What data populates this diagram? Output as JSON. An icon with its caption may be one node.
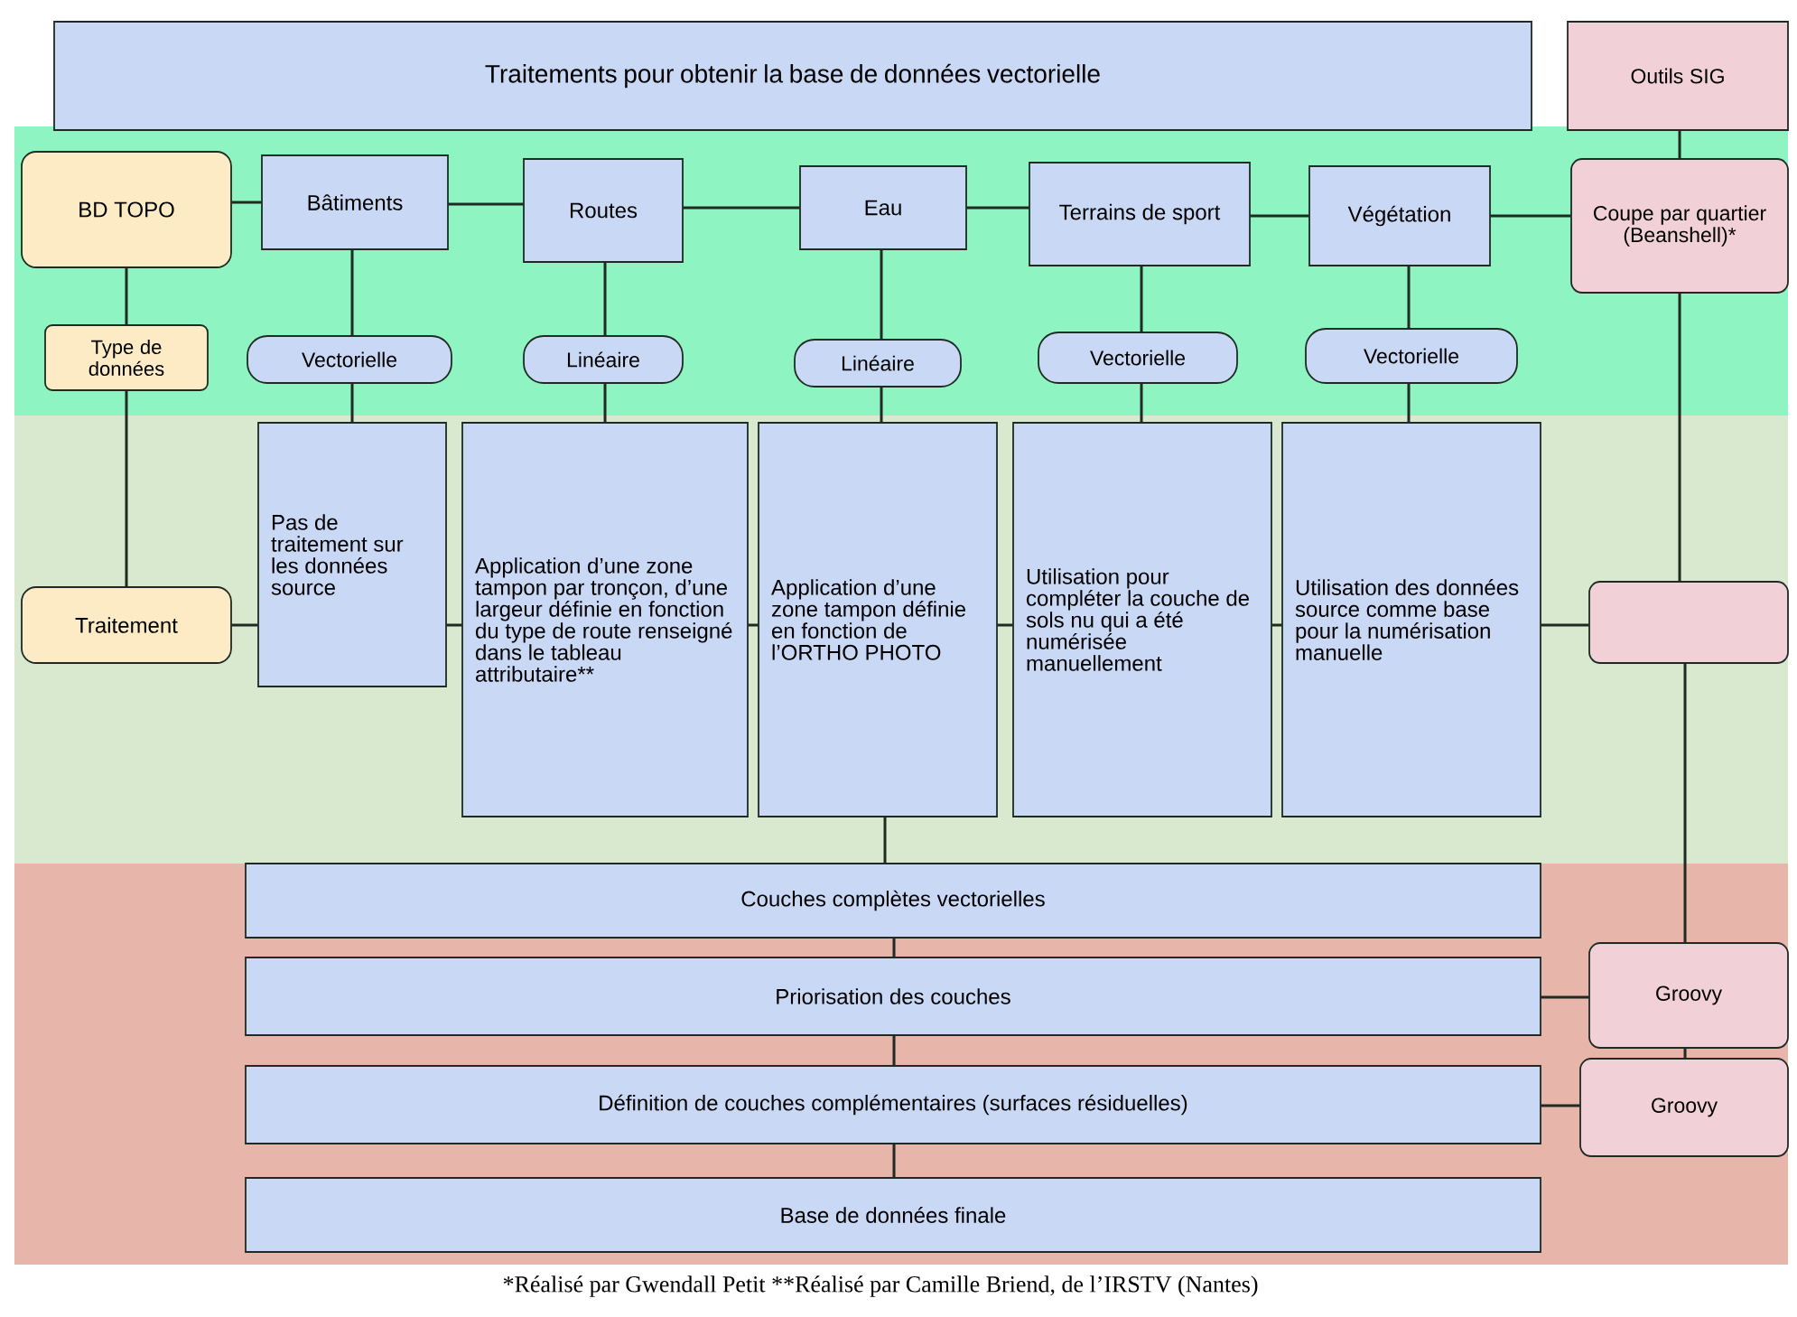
{
  "diagram": {
    "caption": "*Réalisé par Gwendall Petit  **Réalisé par Camille Briend, de l’IRSTV (Nantes)",
    "nodes": [
      {
        "text": [
          "Traitements pour obtenir la base de données vectorielle"
        ]
      },
      {
        "text": [
          "Outils SIG"
        ]
      },
      {
        "text": [
          "BD TOPO"
        ]
      },
      {
        "text": [
          "Bâtiments"
        ]
      },
      {
        "text": [
          "Routes"
        ]
      },
      {
        "text": [
          "Eau"
        ]
      },
      {
        "text": [
          "Terrains de sport"
        ]
      },
      {
        "text": [
          "Végétation"
        ]
      },
      {
        "text": [
          "Coupe par quartier (Beanshell)*"
        ]
      },
      {
        "text": [
          "Type de données"
        ]
      },
      {
        "text": [
          "Vectorielle"
        ]
      },
      {
        "text": [
          "Linéaire"
        ]
      },
      {
        "text": [
          "Linéaire"
        ]
      },
      {
        "text": [
          "Vectorielle"
        ]
      },
      {
        "text": [
          "Vectorielle"
        ]
      },
      {
        "text": [
          "Traitement"
        ]
      },
      {
        "text": [
          "Pas de traitement sur les données source"
        ]
      },
      {
        "text": [
          "Application d’une zone tampon par tronçon, d’une largeur définie en fonction du type de route renseigné dans le tableau attributaire**"
        ]
      },
      {
        "text": [
          "Application d’une zone tampon définie en fonction de l’ORTHO PHOTO"
        ]
      },
      {
        "text": [
          "Utilisation pour compléter la couche de sols nu qui a été numérisée manuellement"
        ]
      },
      {
        "text": [
          "Utilisation des données source comme base pour la numérisation manuelle"
        ]
      },
      {
        "text": [],
        "shape": "box"
      },
      {
        "text": [
          "Couches complètes vectorielles"
        ]
      },
      {
        "text": [
          "Priorisation des couches"
        ]
      },
      {
        "text": [
          "Définition de couches complémentaires (surfaces résiduelles)"
        ]
      },
      {
        "text": [
          "Base de données finale"
        ]
      },
      {
        "text": [
          "Groovy"
        ]
      },
      {
        "text": [
          "Groovy"
        ]
      }
    ],
    "edges": [
      {
        "from": 2,
        "to": 3,
        "arrow": "none"
      },
      {
        "from": 3,
        "to": 4,
        "arrow": "none"
      },
      {
        "from": 4,
        "to": 5,
        "arrow": "none"
      },
      {
        "from": 5,
        "to": 6,
        "arrow": "none"
      },
      {
        "from": 6,
        "to": 7,
        "arrow": "none"
      },
      {
        "from": 7,
        "to": 8,
        "arrow": "none"
      },
      {
        "from": 1,
        "to": 8,
        "arrow": "none"
      },
      {
        "from": 2,
        "to": 9,
        "arrow": "none"
      },
      {
        "from": 9,
        "to": 15,
        "arrow": "none"
      },
      {
        "from": 3,
        "to": 10,
        "arrow": "none"
      },
      {
        "from": 10,
        "to": 16,
        "arrow": "none"
      },
      {
        "from": 4,
        "to": 11,
        "arrow": "none"
      },
      {
        "from": 11,
        "to": 17,
        "arrow": "none"
      },
      {
        "from": 5,
        "to": 12,
        "arrow": "none"
      },
      {
        "from": 12,
        "to": 18,
        "arrow": "none"
      },
      {
        "from": 6,
        "to": 13,
        "arrow": "none"
      },
      {
        "from": 13,
        "to": 19,
        "arrow": "none"
      },
      {
        "from": 7,
        "to": 14,
        "arrow": "none"
      },
      {
        "from": 14,
        "to": 20,
        "arrow": "none"
      },
      {
        "from": 15,
        "to": 16,
        "arrow": "none"
      },
      {
        "from": 16,
        "to": 17,
        "arrow": "none"
      },
      {
        "from": 17,
        "to": 18,
        "arrow": "none"
      },
      {
        "from": 18,
        "to": 19,
        "arrow": "none"
      },
      {
        "from": 19,
        "to": 20,
        "arrow": "none"
      },
      {
        "from": 20,
        "to": 21,
        "arrow": "none"
      },
      {
        "from": 8,
        "to": 21,
        "arrow": "none"
      },
      {
        "from": 21,
        "to": 26,
        "arrow": "none"
      },
      {
        "from": 18,
        "to": 22,
        "arrow": "none"
      },
      {
        "from": 22,
        "to": 23,
        "arrow": "none"
      },
      {
        "from": 23,
        "to": 24,
        "arrow": "none"
      },
      {
        "from": 24,
        "to": 25,
        "arrow": "none"
      },
      {
        "from": 23,
        "to": 26,
        "arrow": "none"
      },
      {
        "from": 26,
        "to": 27,
        "arrow": "none"
      },
      {
        "from": 24,
        "to": 27,
        "arrow": "none"
      }
    ]
  }
}
